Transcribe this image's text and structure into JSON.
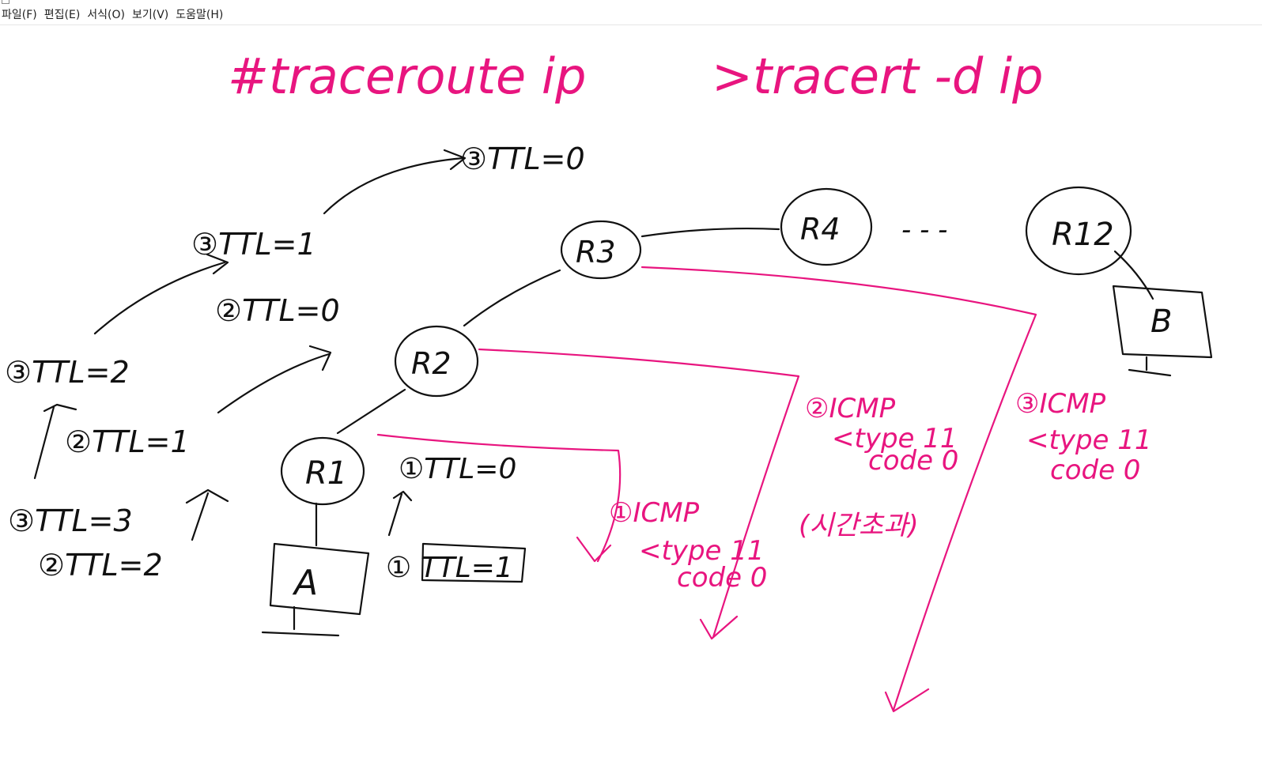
{
  "menu": {
    "items": [
      {
        "label": "파일(F)"
      },
      {
        "label": "편집(E)"
      },
      {
        "label": "서식(O)"
      },
      {
        "label": "보기(V)"
      },
      {
        "label": "도움말(H)"
      }
    ]
  },
  "colors": {
    "ink_black": "#111111",
    "ink_pink": "#e8157f",
    "accent_edge": "#7ac142"
  },
  "drawing": {
    "cmd_linux": "#traceroute  ip",
    "cmd_windows": ">tracert  -d  ip",
    "routers": {
      "r1": "R1",
      "r2": "R2",
      "r3": "R3",
      "r4": "R4",
      "r12": "R12"
    },
    "ellipsis": "- - -",
    "host_a": "A",
    "host_b": "B",
    "ttl_step1_send": "① TTL=1",
    "ttl_step1_at_r1": "①TTL=0",
    "ttl_step2_send": "②TTL=2",
    "ttl_step2_at_r1": "②TTL=1",
    "ttl_step2_at_r2": "②TTL=0",
    "ttl_step3_send": "③TTL=3",
    "ttl_step3_at_r1": "③TTL=2",
    "ttl_step3_at_r2": "③TTL=1",
    "ttl_step3_at_r3": "③TTL=0",
    "icmp1_title": "①ICMP",
    "icmp1_type": "<type 11",
    "icmp1_code": "code 0",
    "icmp1_note": "(시간초과)",
    "icmp2_title": "②ICMP",
    "icmp2_type": "<type 11",
    "icmp2_code": "code 0",
    "icmp3_title": "③ICMP",
    "icmp3_type": "<type 11",
    "icmp3_code": "code 0"
  }
}
